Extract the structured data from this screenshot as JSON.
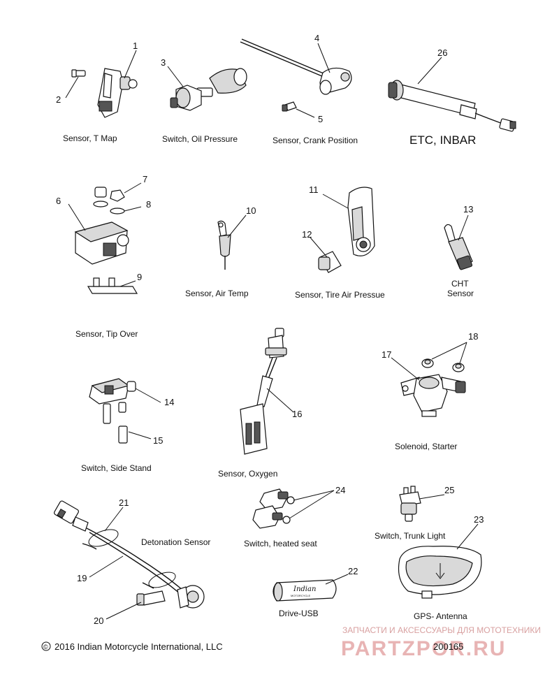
{
  "callouts": {
    "n1": "1",
    "n2": "2",
    "n3": "3",
    "n4": "4",
    "n5": "5",
    "n6": "6",
    "n7": "7",
    "n8": "8",
    "n9": "9",
    "n10": "10",
    "n11": "11",
    "n12": "12",
    "n13": "13",
    "n14": "14",
    "n15": "15",
    "n16": "16",
    "n17": "17",
    "n18": "18",
    "n19": "19",
    "n20": "20",
    "n21": "21",
    "n22": "22",
    "n23": "23",
    "n24": "24",
    "n25": "25",
    "n26": "26"
  },
  "labels": {
    "sensor_t_map": "Sensor, T Map",
    "switch_oil_pressure": "Switch, Oil Pressure",
    "sensor_crank_position": "Sensor, Crank Position",
    "etc_inbar": "ETC, INBAR",
    "sensor_tip_over": "Sensor, Tip Over",
    "sensor_air_temp": "Sensor, Air Temp",
    "sensor_tire_air_pressure": "Sensor, Tire Air Pressue",
    "cht_line1": "CHT",
    "cht_line2": "Sensor",
    "switch_side_stand": "Switch, Side Stand",
    "sensor_oxygen": "Sensor, Oxygen",
    "solenoid_starter": "Solenoid, Starter",
    "detonation_sensor": "Detonation Sensor",
    "switch_heated_seat": "Switch, heated seat",
    "switch_trunk_light": "Switch, Trunk Light",
    "drive_usb": "Drive-USB",
    "gps_antenna": "GPS- Antenna",
    "usb_brand": "Indian",
    "usb_sub": "MOTORCYCLE"
  },
  "footer": {
    "copyright": "2016 Indian Motorcycle International, LLC",
    "copyright_symbol": "©",
    "diagram_number": "200165"
  },
  "watermark": {
    "tagline": "ЗАПЧАСТИ И АКСЕССУАРЫ ДЛЯ МОТОТЕХНИКИ",
    "brand": "PARTZPOR.RU"
  }
}
